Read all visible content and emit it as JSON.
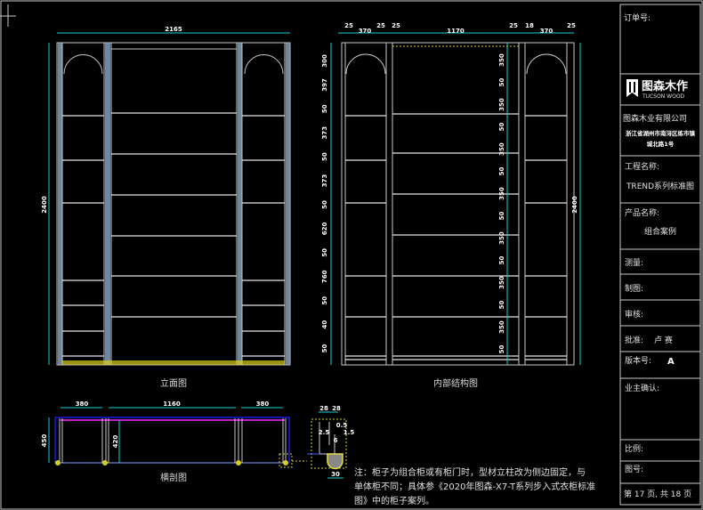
{
  "views": {
    "front_label": "立面图",
    "internal_label": "内部结构图",
    "section_label": "横剖图"
  },
  "dimensions": {
    "front_width": "2165",
    "front_height": "2400",
    "internal_top": [
      "25",
      "370",
      "25",
      "25",
      "1170",
      "25",
      "18",
      "370",
      "25"
    ],
    "internal_left": [
      "300",
      "397",
      "50",
      "373",
      "50",
      "373",
      "50",
      "620",
      "50",
      "760",
      "50",
      "40",
      "50"
    ],
    "internal_right": [
      "350",
      "50",
      "350",
      "50",
      "350",
      "50",
      "350",
      "50",
      "350",
      "50",
      "350",
      "50",
      "350",
      "50"
    ],
    "internal_height": "2400",
    "section_widths": [
      "380",
      "1160",
      "380"
    ],
    "section_depths": [
      "450",
      "420"
    ],
    "detail": [
      "28",
      "28",
      "2.5",
      "0.5",
      "1.5",
      "6",
      "30"
    ]
  },
  "note": {
    "line1": "注：柜子为组合柜或有柜门时，型材立柱改为侧边固定，与",
    "line2": "单体柜不同；具体参《2020年图森-X7-T系列步入式衣柜标准",
    "line3": "图》中的柜子案列。"
  },
  "title_block": {
    "order_no_label": "订单号:",
    "logo_text": "图森木作",
    "logo_sub": "TUCSON WOOD",
    "company": "图森木业有限公司",
    "address1": "浙江省湖州市南浔区练市镇",
    "address2": "城北路1号",
    "project_label": "工程名称:",
    "project_value": "TREND系列标准图",
    "product_label": "产品名称:",
    "product_value": "组合案例",
    "measure_label": "测量:",
    "draw_label": "制图:",
    "review_label": "审核:",
    "approve_label": "批准:",
    "approve_value": "卢  赛",
    "version_label": "版本号:",
    "version_value": "A",
    "owner_label": "业主确认:",
    "scale_label": "比例:",
    "drawing_no_label": "图号:",
    "page": "第 17 页, 共 18 页"
  },
  "colors": {
    "dimension": "#1ad1d6",
    "line": "#c8c8c8",
    "magenta": "#c020c0",
    "blue": "#2020ff",
    "yellow": "#d8d020"
  }
}
